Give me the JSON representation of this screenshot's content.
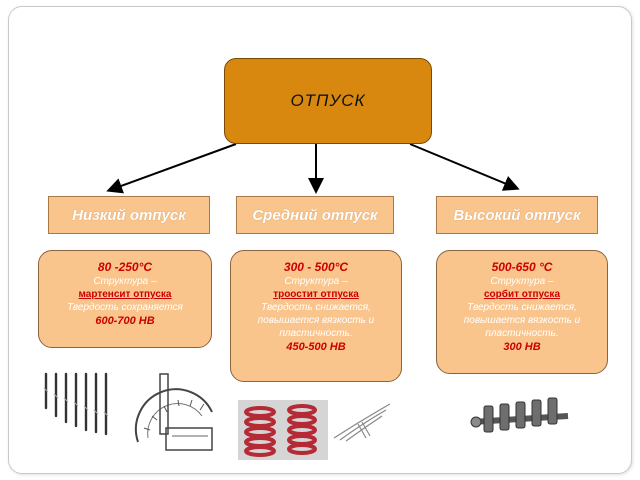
{
  "title": "ОТПУСК",
  "colors": {
    "title_fill": "#d9880f",
    "box_fill": "#fac58d",
    "accent_text": "#cc0000",
    "label_text": "#ffffff"
  },
  "branches": [
    {
      "name": "Низкий отпуск",
      "temperature": "80 -250°C",
      "structure_label": "Структура –",
      "structure": "мартенсит отпуска",
      "description": "Твердость сохраняется",
      "hardness": "600-700 НВ",
      "illustrations": [
        "drill-bits-image",
        "measuring-tool-image"
      ]
    },
    {
      "name": "Средний отпуск",
      "temperature": "300 - 500°C",
      "structure_label": "Структура –",
      "structure": "троостит отпуска",
      "description": "Твердость снижается, повышается вязкость и пластичность.",
      "hardness": "450-500 НВ",
      "illustrations": [
        "coil-springs-image",
        "leaf-spring-image"
      ]
    },
    {
      "name": "Высокий отпуск",
      "temperature": "500-650 °C",
      "structure_label": "Структура –",
      "structure": "сорбит отпуска",
      "description": "Твердость снижается, повышается вязкость и пластичность.",
      "hardness": "300 НВ",
      "illustrations": [
        "crankshaft-image"
      ]
    }
  ]
}
